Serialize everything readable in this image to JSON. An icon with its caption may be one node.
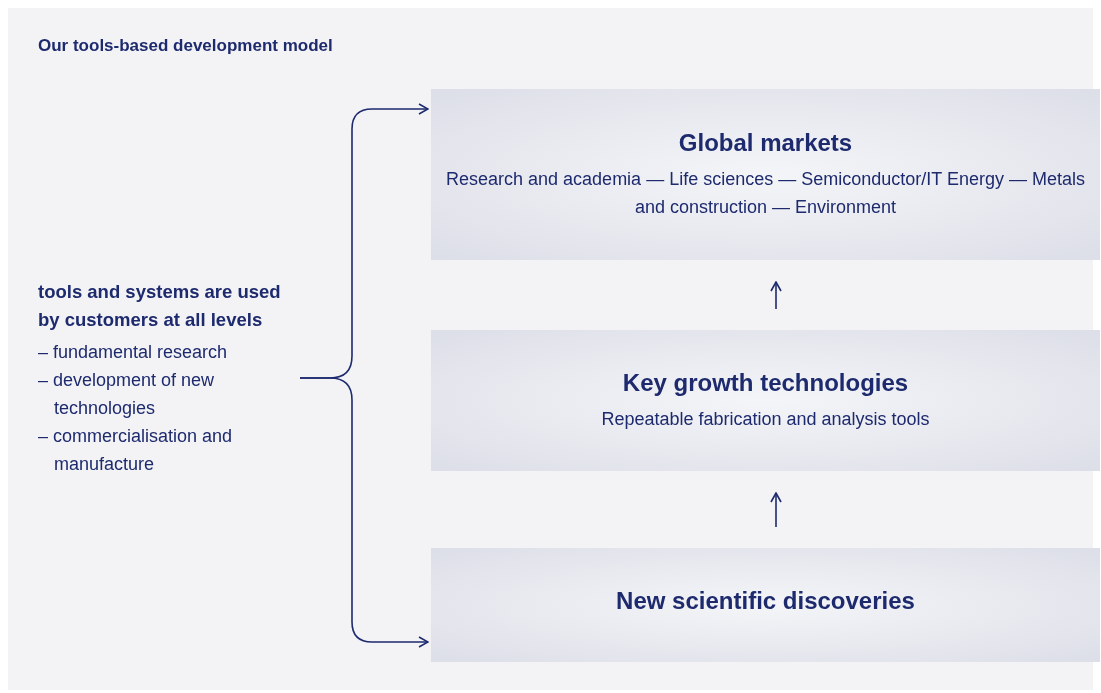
{
  "diagram": {
    "title": "Our tools-based development model",
    "nodes": [
      {
        "text": [
          "Global markets",
          "Research and academia — Life sciences — Semiconductor/IT Energy — Metals and construction — Environment"
        ]
      },
      {
        "text": [
          "Key growth technologies",
          "Repeatable fabrication and analysis tools"
        ]
      },
      {
        "text": [
          "New scientific discoveries"
        ]
      },
      {
        "text": [
          "tools and systems are used by customers at all levels",
          "– fundamental research",
          "– development of new technologies",
          "– commercialisation and manufacture"
        ]
      }
    ],
    "edges": [
      {
        "from": 2,
        "to": 1,
        "arrow": "to"
      },
      {
        "from": 1,
        "to": 0,
        "arrow": "to"
      },
      {
        "from": 3,
        "to": 0,
        "arrow": "to"
      },
      {
        "from": 3,
        "to": 2,
        "arrow": "to"
      }
    ]
  }
}
